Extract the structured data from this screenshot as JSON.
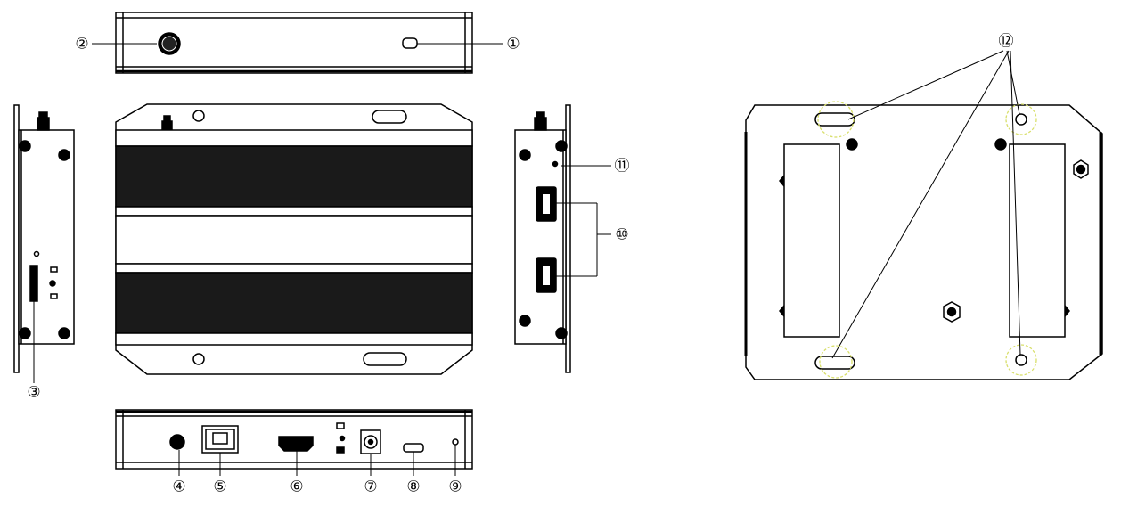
{
  "callouts": [
    {
      "id": "1",
      "label": "①"
    },
    {
      "id": "2",
      "label": "②"
    },
    {
      "id": "3",
      "label": "③"
    },
    {
      "id": "4",
      "label": "④"
    },
    {
      "id": "5",
      "label": "⑤"
    },
    {
      "id": "6",
      "label": "⑥"
    },
    {
      "id": "7",
      "label": "⑦"
    },
    {
      "id": "8",
      "label": "⑧"
    },
    {
      "id": "9",
      "label": "⑨"
    },
    {
      "id": "10",
      "label": "⑩"
    },
    {
      "id": "11",
      "label": "⑪"
    },
    {
      "id": "12",
      "label": "⑫"
    }
  ],
  "colors": {
    "line": "#000000",
    "fin": "#1a1a1a",
    "highlight": "#d8df6a"
  }
}
